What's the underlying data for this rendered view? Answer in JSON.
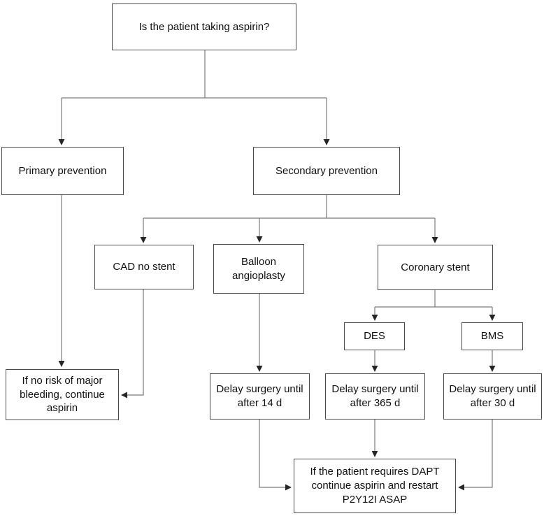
{
  "diagram": {
    "type": "flowchart",
    "topic": "Perioperative aspirin management decision tree",
    "nodes": {
      "question": {
        "label": "Is the patient taking aspirin?"
      },
      "primary": {
        "label": "Primary prevention"
      },
      "secondary": {
        "label": "Secondary prevention"
      },
      "cad_no_stent": {
        "label": "CAD no stent"
      },
      "balloon_angioplasty": {
        "label": "Balloon angioplasty"
      },
      "coronary_stent": {
        "label": "Coronary stent"
      },
      "des": {
        "label": "DES"
      },
      "bms": {
        "label": "BMS"
      },
      "continue_aspirin": {
        "label": "If no risk of major bleeding, continue aspirin"
      },
      "delay_14": {
        "label": "Delay surgery until after 14 d"
      },
      "delay_365": {
        "label": "Delay surgery until after 365 d"
      },
      "delay_30": {
        "label": "Delay surgery until after 30 d"
      },
      "dapt": {
        "label": "If the patient requires DAPT continue aspirin and restart P2Y12I ASAP"
      }
    },
    "edges": [
      {
        "from": "question",
        "to": "primary"
      },
      {
        "from": "question",
        "to": "secondary"
      },
      {
        "from": "secondary",
        "to": "cad_no_stent"
      },
      {
        "from": "secondary",
        "to": "balloon_angioplasty"
      },
      {
        "from": "secondary",
        "to": "coronary_stent"
      },
      {
        "from": "coronary_stent",
        "to": "des"
      },
      {
        "from": "coronary_stent",
        "to": "bms"
      },
      {
        "from": "primary",
        "to": "continue_aspirin"
      },
      {
        "from": "cad_no_stent",
        "to": "continue_aspirin"
      },
      {
        "from": "balloon_angioplasty",
        "to": "delay_14"
      },
      {
        "from": "des",
        "to": "delay_365"
      },
      {
        "from": "bms",
        "to": "delay_30"
      },
      {
        "from": "delay_14",
        "to": "dapt"
      },
      {
        "from": "delay_365",
        "to": "dapt"
      },
      {
        "from": "delay_30",
        "to": "dapt"
      }
    ],
    "colors": {
      "background": "#ffffff",
      "node_fill": "#ffffff",
      "node_border": "#4a4a4a",
      "line": "#7a7a7a",
      "arrowhead": "#262626",
      "text": "#111111"
    }
  }
}
